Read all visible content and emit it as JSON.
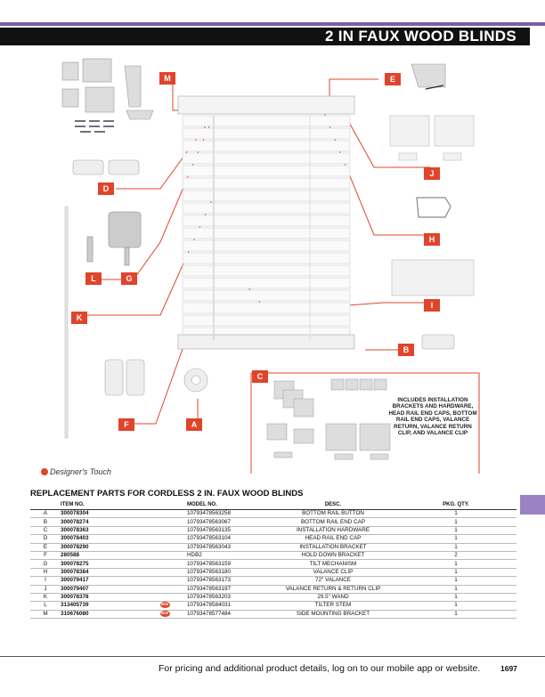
{
  "header": {
    "title": "2 IN FAUX WOOD BLINDS"
  },
  "callouts": [
    "A",
    "B",
    "C",
    "D",
    "E",
    "F",
    "G",
    "H",
    "I",
    "J",
    "K",
    "L",
    "M"
  ],
  "note_text": "INCLUDES INSTALLATION BRACKETS AND HARDWARE, HEAD RAIL END CAPS, BOTTOM RAIL END CAPS, VALANCE RETURN, VALANCE RETURN CLIP, AND VALANCE CLIP",
  "brand": "Designer's Touch",
  "parts": {
    "title": "REPLACEMENT PARTS FOR CORDLESS 2 IN. FAUX WOOD BLINDS",
    "headers": {
      "item": "ITEM NO.",
      "model": "MODEL NO.",
      "desc": "DESC.",
      "qty": "PKG. QTY."
    },
    "rows": [
      {
        "letter": "A",
        "item": "300078304",
        "rec": false,
        "model": "10793478563258",
        "desc": "BOTTOM RAIL BUTTON",
        "qty": "1"
      },
      {
        "letter": "B",
        "item": "300078274",
        "rec": false,
        "model": "10793478563067",
        "desc": "BOTTOM RAIL END CAP",
        "qty": "1"
      },
      {
        "letter": "C",
        "item": "300078363",
        "rec": false,
        "model": "10793478563135",
        "desc": "INSTALLATION HARDWARE",
        "qty": "1"
      },
      {
        "letter": "D",
        "item": "300078403",
        "rec": false,
        "model": "10793478563104",
        "desc": "HEAD RAIL END CAP",
        "qty": "1"
      },
      {
        "letter": "E",
        "item": "300078290",
        "rec": false,
        "model": "10793478563043",
        "desc": "INSTALLATION BRACKET",
        "qty": "1"
      },
      {
        "letter": "F",
        "item": "280588",
        "rec": false,
        "model": "HDB2",
        "desc": "HOLD DOWN BRACKET",
        "qty": "2"
      },
      {
        "letter": "G",
        "item": "300078275",
        "rec": false,
        "model": "10793478563159",
        "desc": "TILT MECHANISM",
        "qty": "1"
      },
      {
        "letter": "H",
        "item": "300078384",
        "rec": false,
        "model": "10793478563180",
        "desc": "VALANCE CLIP",
        "qty": "1"
      },
      {
        "letter": "I",
        "item": "300079417",
        "rec": false,
        "model": "10793478563173",
        "desc": "72\" VALANCE",
        "qty": "1"
      },
      {
        "letter": "J",
        "item": "300079407",
        "rec": false,
        "model": "10793478563197",
        "desc": "VALANCE RETURN & RETURN CLIP",
        "qty": "1"
      },
      {
        "letter": "K",
        "item": "300078378",
        "rec": false,
        "model": "10793478563203",
        "desc": "29.5\" WAND",
        "qty": "1"
      },
      {
        "letter": "L",
        "item": "313405739",
        "rec": true,
        "model": "10793478584031",
        "desc": "TILTER STEM",
        "qty": "1"
      },
      {
        "letter": "M",
        "item": "310676080",
        "rec": true,
        "model": "10793478577484",
        "desc": "SIDE MOUNTING BRACKET",
        "qty": "1"
      }
    ]
  },
  "badge_text": "NEW",
  "footer": {
    "text": "For pricing and additional product details, log on to our mobile app or website.",
    "page": "1697"
  },
  "colors": {
    "accent": "#e0442b",
    "purple": "#7b5ea3",
    "tab": "#9b82c4"
  }
}
